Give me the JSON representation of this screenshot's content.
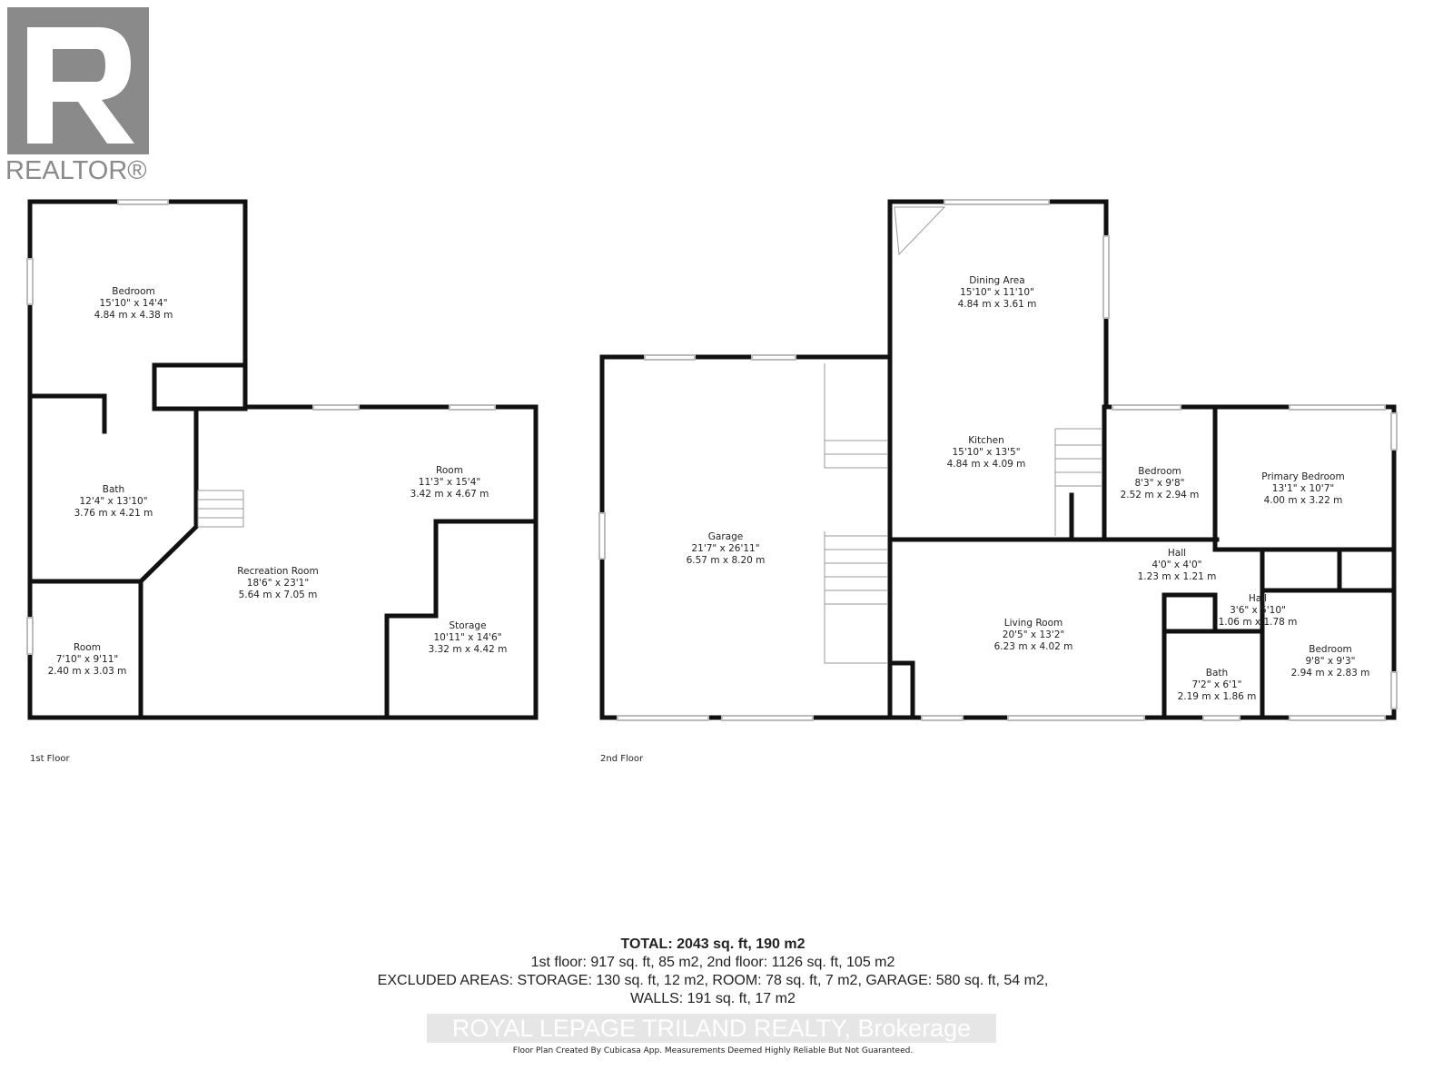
{
  "logo": {
    "text": "REALTOR®",
    "color": "#8a8a8a"
  },
  "floors": [
    {
      "label": "1st Floor",
      "rooms": [
        {
          "name": "Bedroom",
          "imperial": "15'10\" x 14'4\"",
          "metric": "4.84 m x 4.38 m"
        },
        {
          "name": "Bath",
          "imperial": "12'4\" x 13'10\"",
          "metric": "3.76 m x 4.21 m"
        },
        {
          "name": "Room",
          "imperial": "11'3\" x 15'4\"",
          "metric": "3.42 m x 4.67 m"
        },
        {
          "name": "Recreation Room",
          "imperial": "18'6\" x 23'1\"",
          "metric": "5.64 m x 7.05 m"
        },
        {
          "name": "Storage",
          "imperial": "10'11\" x 14'6\"",
          "metric": "3.32 m x 4.42 m"
        },
        {
          "name": "Room",
          "imperial": "7'10\" x 9'11\"",
          "metric": "2.40 m x 3.03 m"
        }
      ]
    },
    {
      "label": "2nd Floor",
      "rooms": [
        {
          "name": "Dining Area",
          "imperial": "15'10\" x 11'10\"",
          "metric": "4.84 m x 3.61 m"
        },
        {
          "name": "Kitchen",
          "imperial": "15'10\" x 13'5\"",
          "metric": "4.84 m x 4.09 m"
        },
        {
          "name": "Garage",
          "imperial": "21'7\" x 26'11\"",
          "metric": "6.57 m x 8.20 m"
        },
        {
          "name": "Bedroom",
          "imperial": "8'3\" x 9'8\"",
          "metric": "2.52 m x 2.94 m"
        },
        {
          "name": "Primary Bedroom",
          "imperial": "13'1\" x 10'7\"",
          "metric": "4.00 m x 3.22 m"
        },
        {
          "name": "Hall",
          "imperial": "4'0\" x 4'0\"",
          "metric": "1.23 m x 1.21 m"
        },
        {
          "name": "Hall",
          "imperial": "3'6\" x 5'10\"",
          "metric": "1.06 m x 1.78 m"
        },
        {
          "name": "Living Room",
          "imperial": "20'5\" x 13'2\"",
          "metric": "6.23 m x 4.02 m"
        },
        {
          "name": "Bath",
          "imperial": "7'2\" x 6'1\"",
          "metric": "2.19 m x 1.86 m"
        },
        {
          "name": "Bedroom",
          "imperial": "9'8\" x 9'3\"",
          "metric": "2.94 m x 2.83 m"
        }
      ]
    }
  ],
  "summary": {
    "total": "TOTAL: 2043 sq. ft, 190 m2",
    "floors": "1st floor: 917 sq. ft, 85 m2, 2nd floor: 1126 sq. ft, 105 m2",
    "excluded": "EXCLUDED AREAS: STORAGE: 130 sq. ft, 12 m2, ROOM: 78 sq. ft, 7 m2, GARAGE: 580 sq. ft, 54 m2,",
    "walls": "WALLS: 191 sq. ft, 17 m2"
  },
  "watermark": "ROYAL LEPAGE TRILAND REALTY, Brokerage",
  "credit": "Floor Plan Created By Cubicasa App. Measurements Deemed Highly Reliable But Not Guaranteed."
}
